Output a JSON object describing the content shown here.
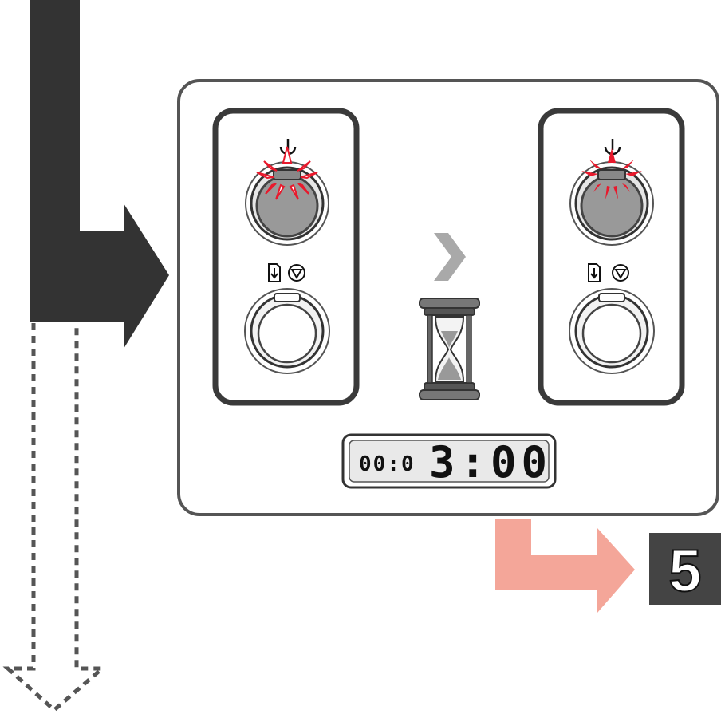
{
  "display": {
    "time_small": "00:0",
    "time_large": "3:00"
  },
  "next_step": {
    "number": "5"
  },
  "icons": {
    "power": "power-icon",
    "paper_feed": "paper-feed-icon",
    "stop": "stop-icon",
    "hourglass": "hourglass-icon",
    "chevron": "chevron-right-icon"
  },
  "colors": {
    "flow_arrow": "#333333",
    "next_arrow": "#f4a699",
    "blink": "#e8192c",
    "step_badge": "#444444"
  }
}
